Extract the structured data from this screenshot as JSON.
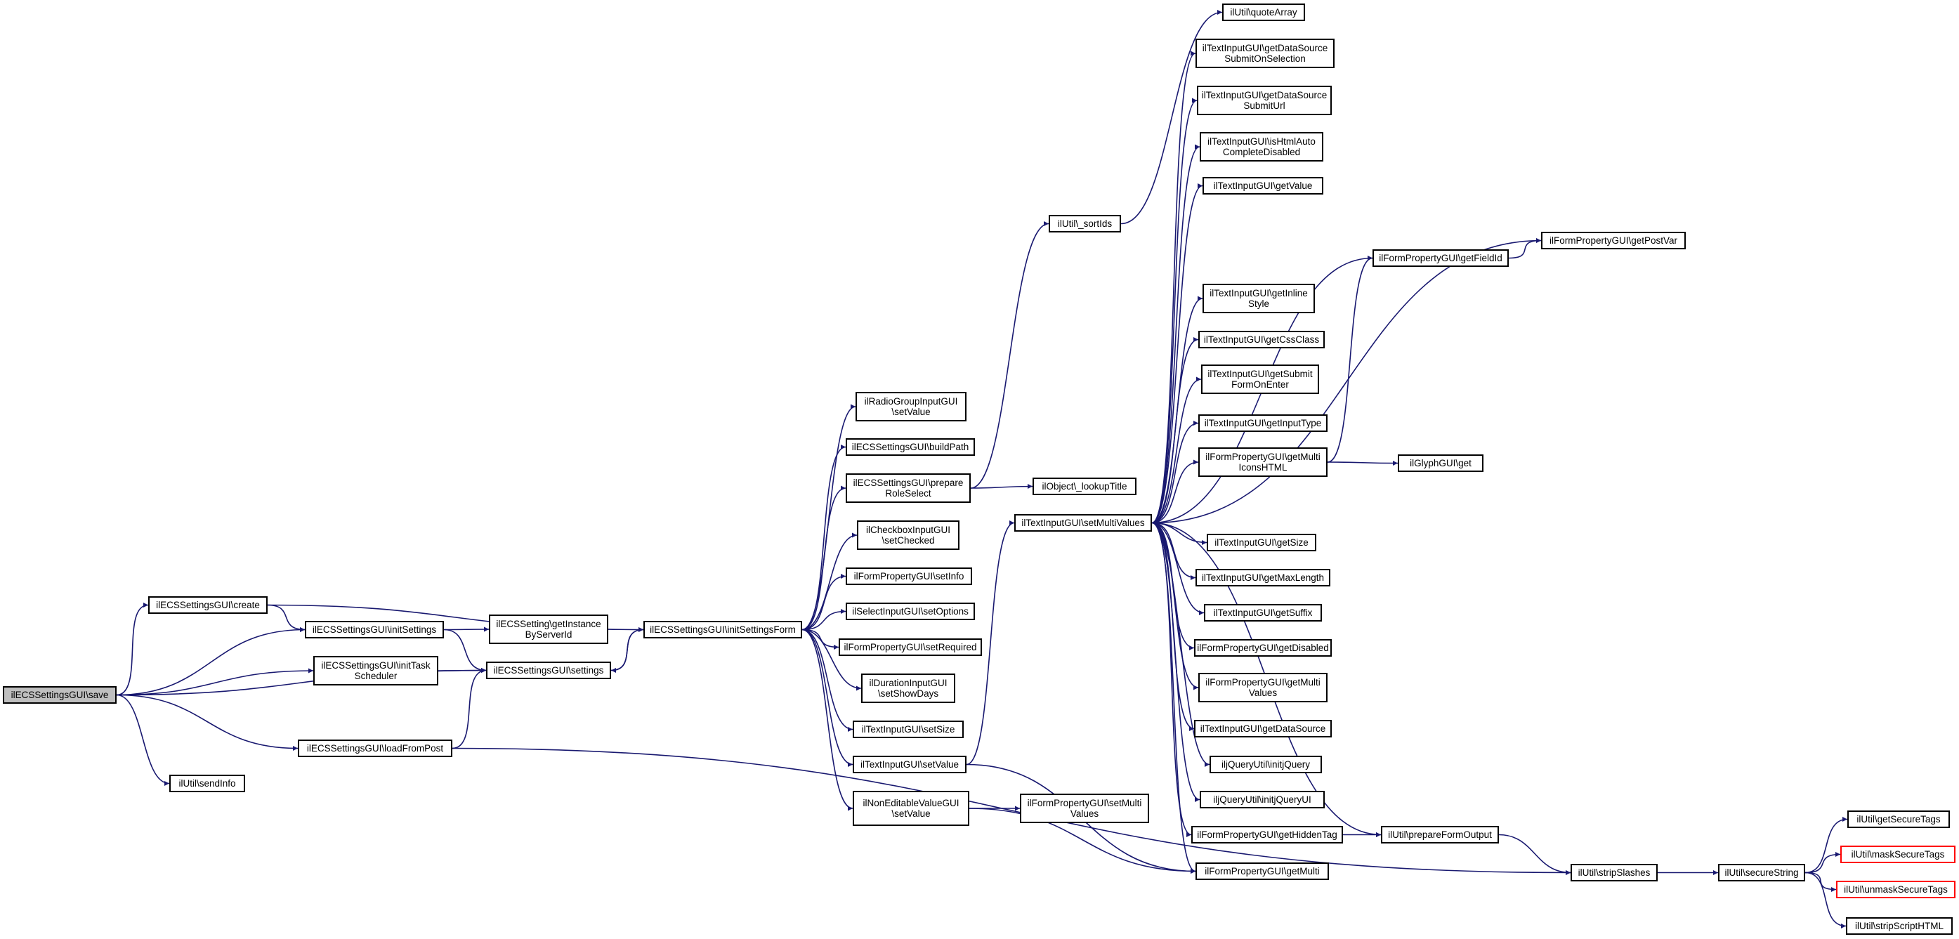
{
  "colors": {
    "edge": "#191970",
    "node_border": "#000000",
    "root_fill": "#bfbfbf",
    "truncated_border": "#ff0000"
  },
  "nodes": [
    {
      "id": "save",
      "label": "ilECSSettingsGUI\\save",
      "root": true
    },
    {
      "id": "create",
      "label": "ilECSSettingsGUI\\create"
    },
    {
      "id": "initSettings",
      "label": "ilECSSettingsGUI\\initSettings"
    },
    {
      "id": "initTaskScheduler",
      "label": "ilECSSettingsGUI\\initTask\nScheduler"
    },
    {
      "id": "loadFromPost",
      "label": "ilECSSettingsGUI\\loadFromPost"
    },
    {
      "id": "sendInfo",
      "label": "ilUtil\\sendInfo"
    },
    {
      "id": "getInstanceByServerId",
      "label": "ilECSSetting\\getInstance\nByServerId"
    },
    {
      "id": "settings",
      "label": "ilECSSettingsGUI\\settings"
    },
    {
      "id": "initSettingsForm",
      "label": "ilECSSettingsGUI\\initSettingsForm"
    },
    {
      "id": "radioSetValue",
      "label": "ilRadioGroupInputGUI\n\\setValue"
    },
    {
      "id": "buildPath",
      "label": "ilECSSettingsGUI\\buildPath"
    },
    {
      "id": "prepareRoleSelect",
      "label": "ilECSSettingsGUI\\prepare\nRoleSelect"
    },
    {
      "id": "checkboxSetChecked",
      "label": "ilCheckboxInputGUI\n\\setChecked"
    },
    {
      "id": "setInfo",
      "label": "ilFormPropertyGUI\\setInfo"
    },
    {
      "id": "setOptions",
      "label": "ilSelectInputGUI\\setOptions"
    },
    {
      "id": "setRequired",
      "label": "ilFormPropertyGUI\\setRequired"
    },
    {
      "id": "setShowDays",
      "label": "ilDurationInputGUI\n\\setShowDays"
    },
    {
      "id": "setSize",
      "label": "ilTextInputGUI\\setSize"
    },
    {
      "id": "textSetValue",
      "label": "ilTextInputGUI\\setValue"
    },
    {
      "id": "nonEditableSetValue",
      "label": "ilNonEditableValueGUI\n\\setValue"
    },
    {
      "id": "sortIds",
      "label": "ilUtil\\_sortIds"
    },
    {
      "id": "lookupTitle",
      "label": "ilObject\\_lookupTitle"
    },
    {
      "id": "setMultiValues",
      "label": "ilTextInputGUI\\setMultiValues"
    },
    {
      "id": "formSetMultiValues",
      "label": "ilFormPropertyGUI\\setMulti\nValues"
    },
    {
      "id": "quoteArray",
      "label": "ilUtil\\quoteArray"
    },
    {
      "id": "getDSSubmitOnSelection",
      "label": "ilTextInputGUI\\getDataSource\nSubmitOnSelection"
    },
    {
      "id": "getDSSubmitUrl",
      "label": "ilTextInputGUI\\getDataSource\nSubmitUrl"
    },
    {
      "id": "isHtmlAutoCompleteDisabled",
      "label": "ilTextInputGUI\\isHtmlAuto\nCompleteDisabled"
    },
    {
      "id": "getValue",
      "label": "ilTextInputGUI\\getValue"
    },
    {
      "id": "getFieldId",
      "label": "ilFormPropertyGUI\\getFieldId"
    },
    {
      "id": "getPostVar",
      "label": "ilFormPropertyGUI\\getPostVar"
    },
    {
      "id": "getInlineStyle",
      "label": "ilTextInputGUI\\getInline\nStyle"
    },
    {
      "id": "getCssClass",
      "label": "ilTextInputGUI\\getCssClass"
    },
    {
      "id": "getSubmitFormOnEnter",
      "label": "ilTextInputGUI\\getSubmit\nFormOnEnter"
    },
    {
      "id": "getInputType",
      "label": "ilTextInputGUI\\getInputType"
    },
    {
      "id": "getMultiIconsHTML",
      "label": "ilFormPropertyGUI\\getMulti\nIconsHTML"
    },
    {
      "id": "glyphGet",
      "label": "ilGlyphGUI\\get"
    },
    {
      "id": "getSize",
      "label": "ilTextInputGUI\\getSize"
    },
    {
      "id": "getMaxLength",
      "label": "ilTextInputGUI\\getMaxLength"
    },
    {
      "id": "getSuffix",
      "label": "ilTextInputGUI\\getSuffix"
    },
    {
      "id": "getDisabled",
      "label": "ilFormPropertyGUI\\getDisabled"
    },
    {
      "id": "getMultiValues",
      "label": "ilFormPropertyGUI\\getMulti\nValues"
    },
    {
      "id": "getDataSource",
      "label": "ilTextInputGUI\\getDataSource"
    },
    {
      "id": "initJQuery",
      "label": "iljQueryUtil\\initjQuery"
    },
    {
      "id": "initJQueryUI",
      "label": "iljQueryUtil\\initjQueryUI"
    },
    {
      "id": "getHiddenTag",
      "label": "ilFormPropertyGUI\\getHiddenTag"
    },
    {
      "id": "getMulti",
      "label": "ilFormPropertyGUI\\getMulti"
    },
    {
      "id": "prepareFormOutput",
      "label": "ilUtil\\prepareFormOutput"
    },
    {
      "id": "stripSlashes",
      "label": "ilUtil\\stripSlashes"
    },
    {
      "id": "secureString",
      "label": "ilUtil\\secureString"
    },
    {
      "id": "getSecureTags",
      "label": "ilUtil\\getSecureTags"
    },
    {
      "id": "maskSecureTags",
      "label": "ilUtil\\maskSecureTags",
      "truncated": true
    },
    {
      "id": "unmaskSecureTags",
      "label": "ilUtil\\unmaskSecureTags",
      "truncated": true
    },
    {
      "id": "stripScriptHTML",
      "label": "ilUtil\\stripScriptHTML"
    }
  ],
  "edges": [
    [
      "save",
      "create"
    ],
    [
      "save",
      "initSettings"
    ],
    [
      "save",
      "initTaskScheduler"
    ],
    [
      "save",
      "settings"
    ],
    [
      "save",
      "loadFromPost"
    ],
    [
      "save",
      "sendInfo"
    ],
    [
      "create",
      "initSettingsForm"
    ],
    [
      "create",
      "initSettings"
    ],
    [
      "initSettings",
      "getInstanceByServerId"
    ],
    [
      "initSettings",
      "settings"
    ],
    [
      "initTaskScheduler",
      "settings"
    ],
    [
      "loadFromPost",
      "settings"
    ],
    [
      "loadFromPost",
      "stripSlashes"
    ],
    [
      "settings",
      "initSettingsForm"
    ],
    [
      "initSettingsForm",
      "settings"
    ],
    [
      "initSettingsForm",
      "radioSetValue"
    ],
    [
      "initSettingsForm",
      "buildPath"
    ],
    [
      "initSettingsForm",
      "prepareRoleSelect"
    ],
    [
      "initSettingsForm",
      "checkboxSetChecked"
    ],
    [
      "initSettingsForm",
      "setInfo"
    ],
    [
      "initSettingsForm",
      "setOptions"
    ],
    [
      "initSettingsForm",
      "setRequired"
    ],
    [
      "initSettingsForm",
      "setShowDays"
    ],
    [
      "initSettingsForm",
      "setSize"
    ],
    [
      "initSettingsForm",
      "textSetValue"
    ],
    [
      "initSettingsForm",
      "nonEditableSetValue"
    ],
    [
      "prepareRoleSelect",
      "sortIds"
    ],
    [
      "prepareRoleSelect",
      "lookupTitle"
    ],
    [
      "sortIds",
      "quoteArray"
    ],
    [
      "textSetValue",
      "setMultiValues"
    ],
    [
      "textSetValue",
      "getMulti"
    ],
    [
      "nonEditableSetValue",
      "formSetMultiValues"
    ],
    [
      "nonEditableSetValue",
      "getMulti"
    ],
    [
      "setMultiValues",
      "getDSSubmitOnSelection"
    ],
    [
      "setMultiValues",
      "getDSSubmitUrl"
    ],
    [
      "setMultiValues",
      "isHtmlAutoCompleteDisabled"
    ],
    [
      "setMultiValues",
      "getValue"
    ],
    [
      "setMultiValues",
      "getFieldId"
    ],
    [
      "setMultiValues",
      "getPostVar"
    ],
    [
      "setMultiValues",
      "getInlineStyle"
    ],
    [
      "setMultiValues",
      "getCssClass"
    ],
    [
      "setMultiValues",
      "getSubmitFormOnEnter"
    ],
    [
      "setMultiValues",
      "getInputType"
    ],
    [
      "setMultiValues",
      "getMultiIconsHTML"
    ],
    [
      "setMultiValues",
      "prepareFormOutput"
    ],
    [
      "setMultiValues",
      "getSize"
    ],
    [
      "setMultiValues",
      "getMaxLength"
    ],
    [
      "setMultiValues",
      "getSuffix"
    ],
    [
      "setMultiValues",
      "getDisabled"
    ],
    [
      "setMultiValues",
      "getMultiValues"
    ],
    [
      "setMultiValues",
      "getDataSource"
    ],
    [
      "setMultiValues",
      "initJQuery"
    ],
    [
      "setMultiValues",
      "initJQueryUI"
    ],
    [
      "setMultiValues",
      "getHiddenTag"
    ],
    [
      "setMultiValues",
      "getMulti"
    ],
    [
      "getFieldId",
      "getPostVar"
    ],
    [
      "getMultiIconsHTML",
      "getFieldId"
    ],
    [
      "getMultiIconsHTML",
      "glyphGet"
    ],
    [
      "getHiddenTag",
      "prepareFormOutput"
    ],
    [
      "prepareFormOutput",
      "stripSlashes"
    ],
    [
      "stripSlashes",
      "secureString"
    ],
    [
      "secureString",
      "getSecureTags"
    ],
    [
      "secureString",
      "maskSecureTags"
    ],
    [
      "secureString",
      "unmaskSecureTags"
    ],
    [
      "secureString",
      "stripScriptHTML"
    ]
  ]
}
